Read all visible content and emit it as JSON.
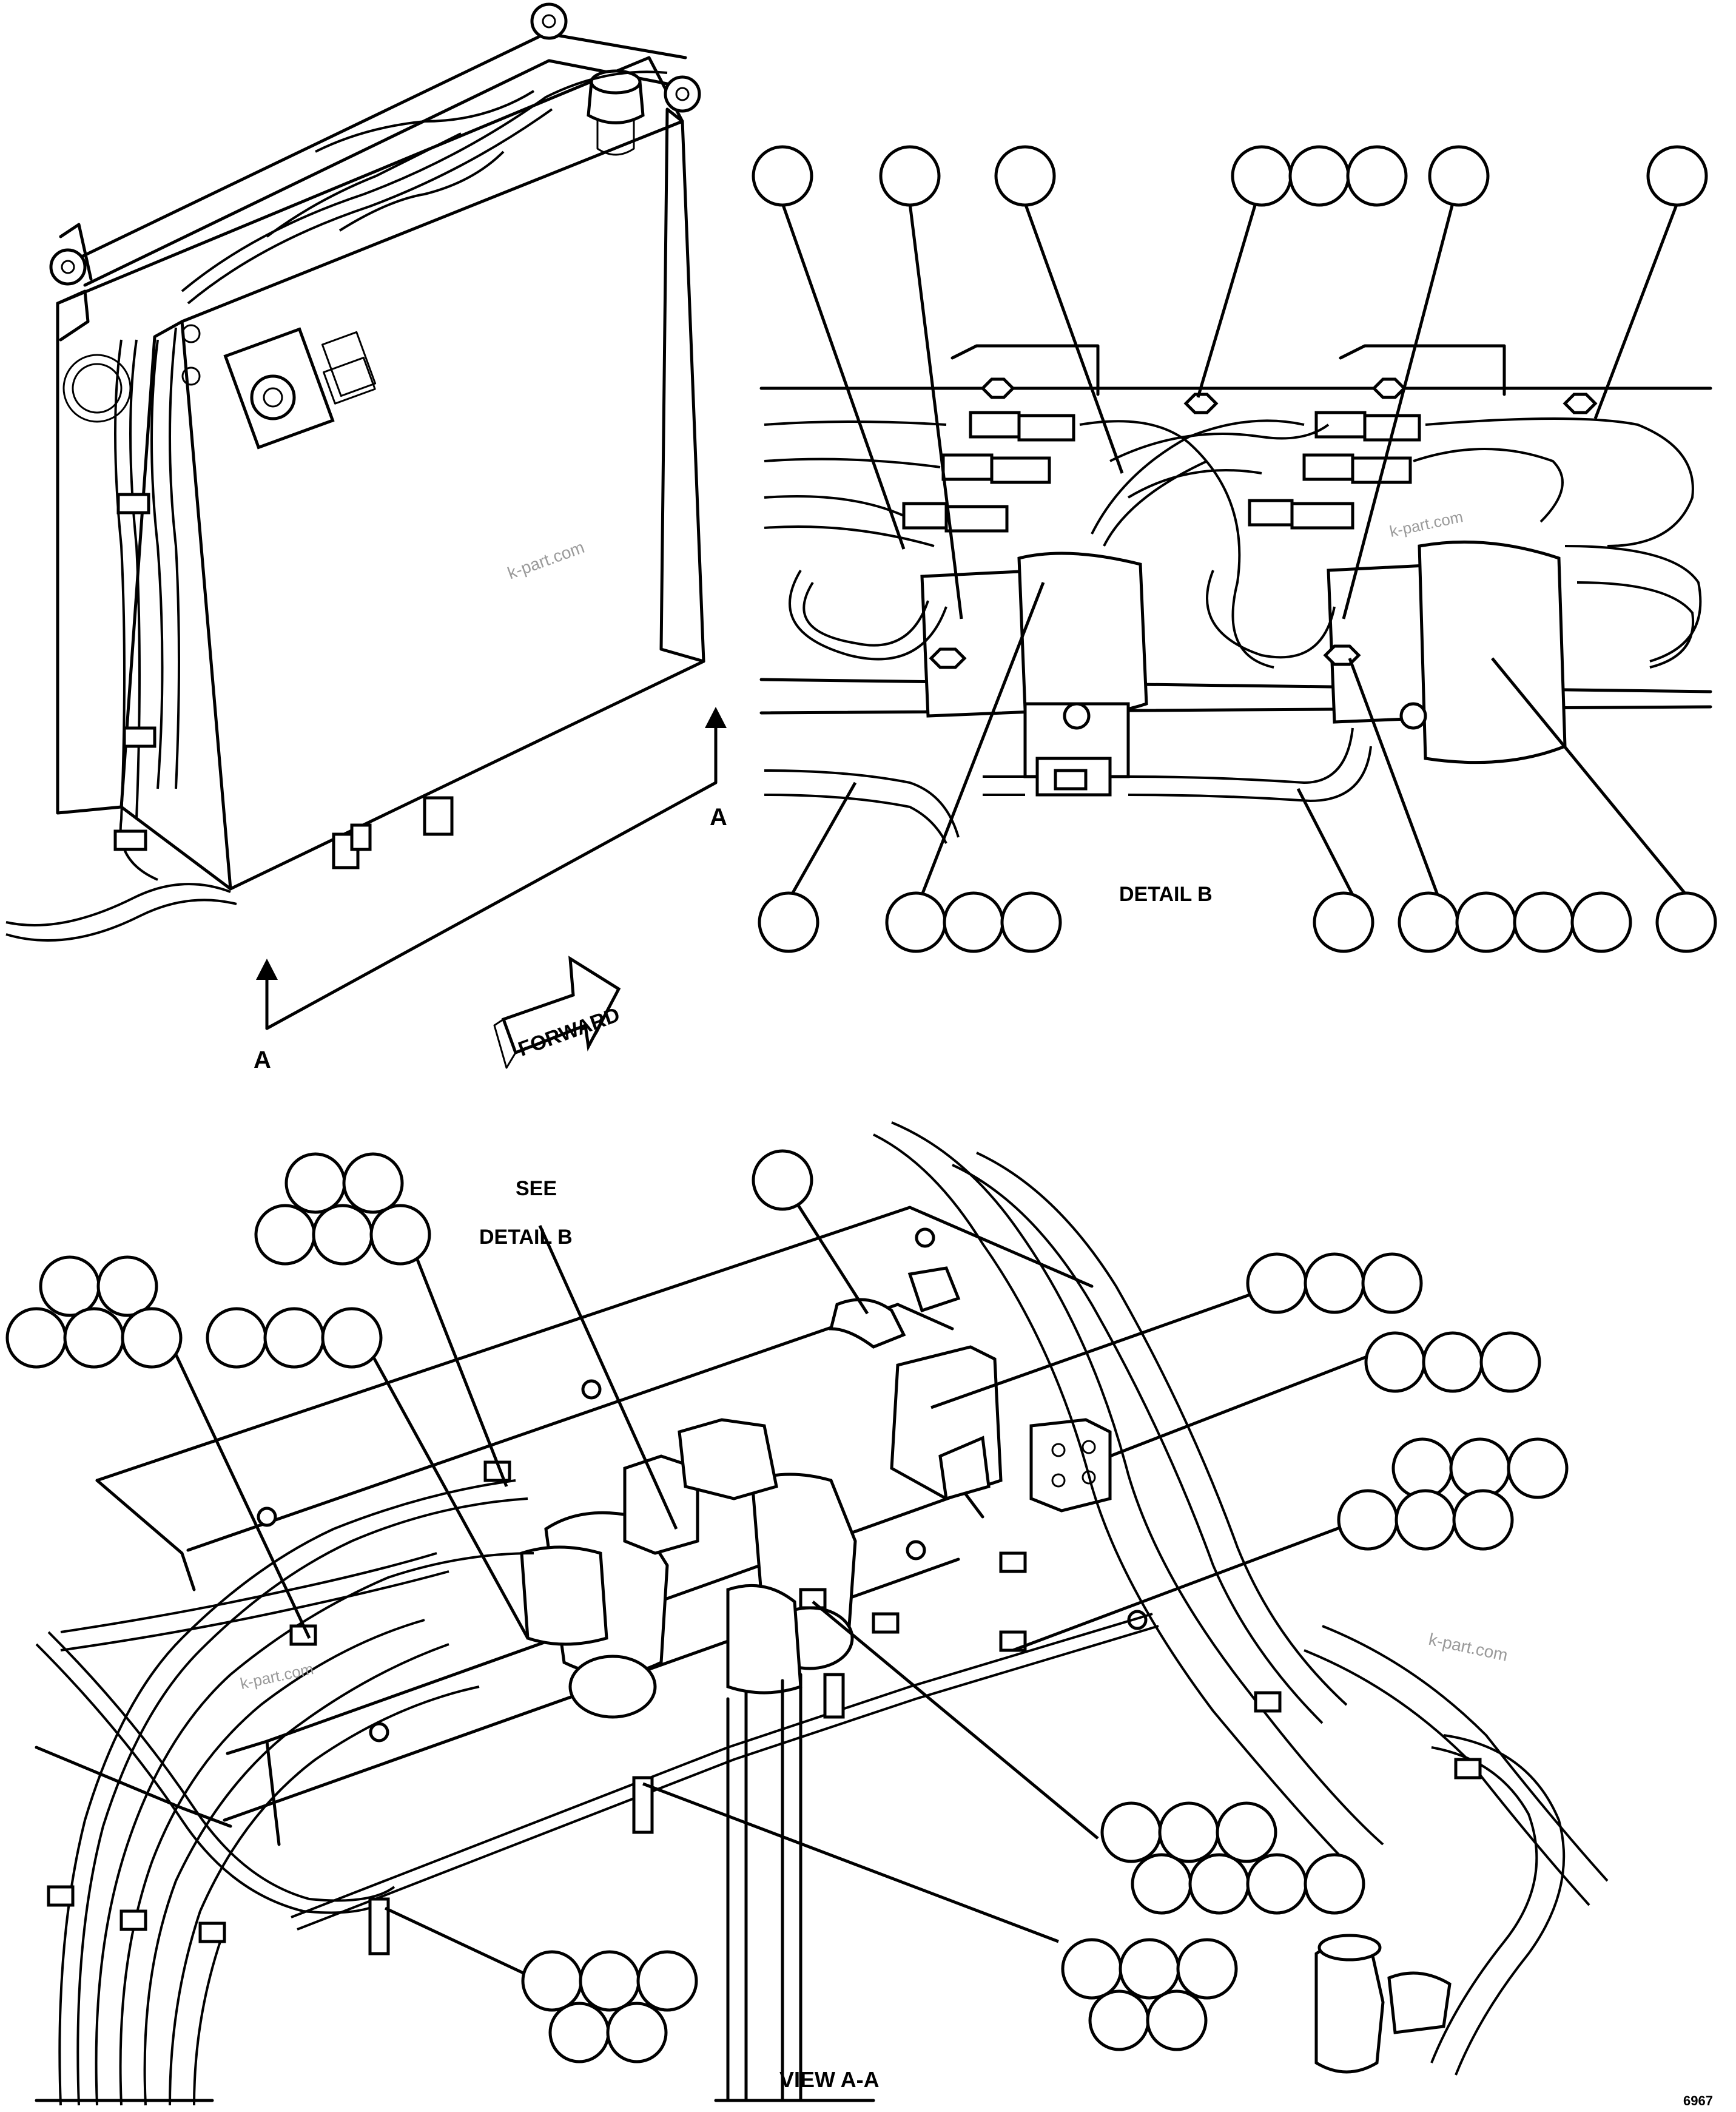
{
  "labels": {
    "section_mark_a_right": "A",
    "section_mark_a_left": "A",
    "forward": "FORWARD",
    "detail_b": "DETAIL B",
    "see": "SEE",
    "see_detail_b": "DETAIL B",
    "view_aa": "VIEW A-A",
    "drawing_code": "6967"
  },
  "watermarks": [
    "k-part.com",
    "k-part.com",
    "k-part.com",
    "k-part.com"
  ]
}
